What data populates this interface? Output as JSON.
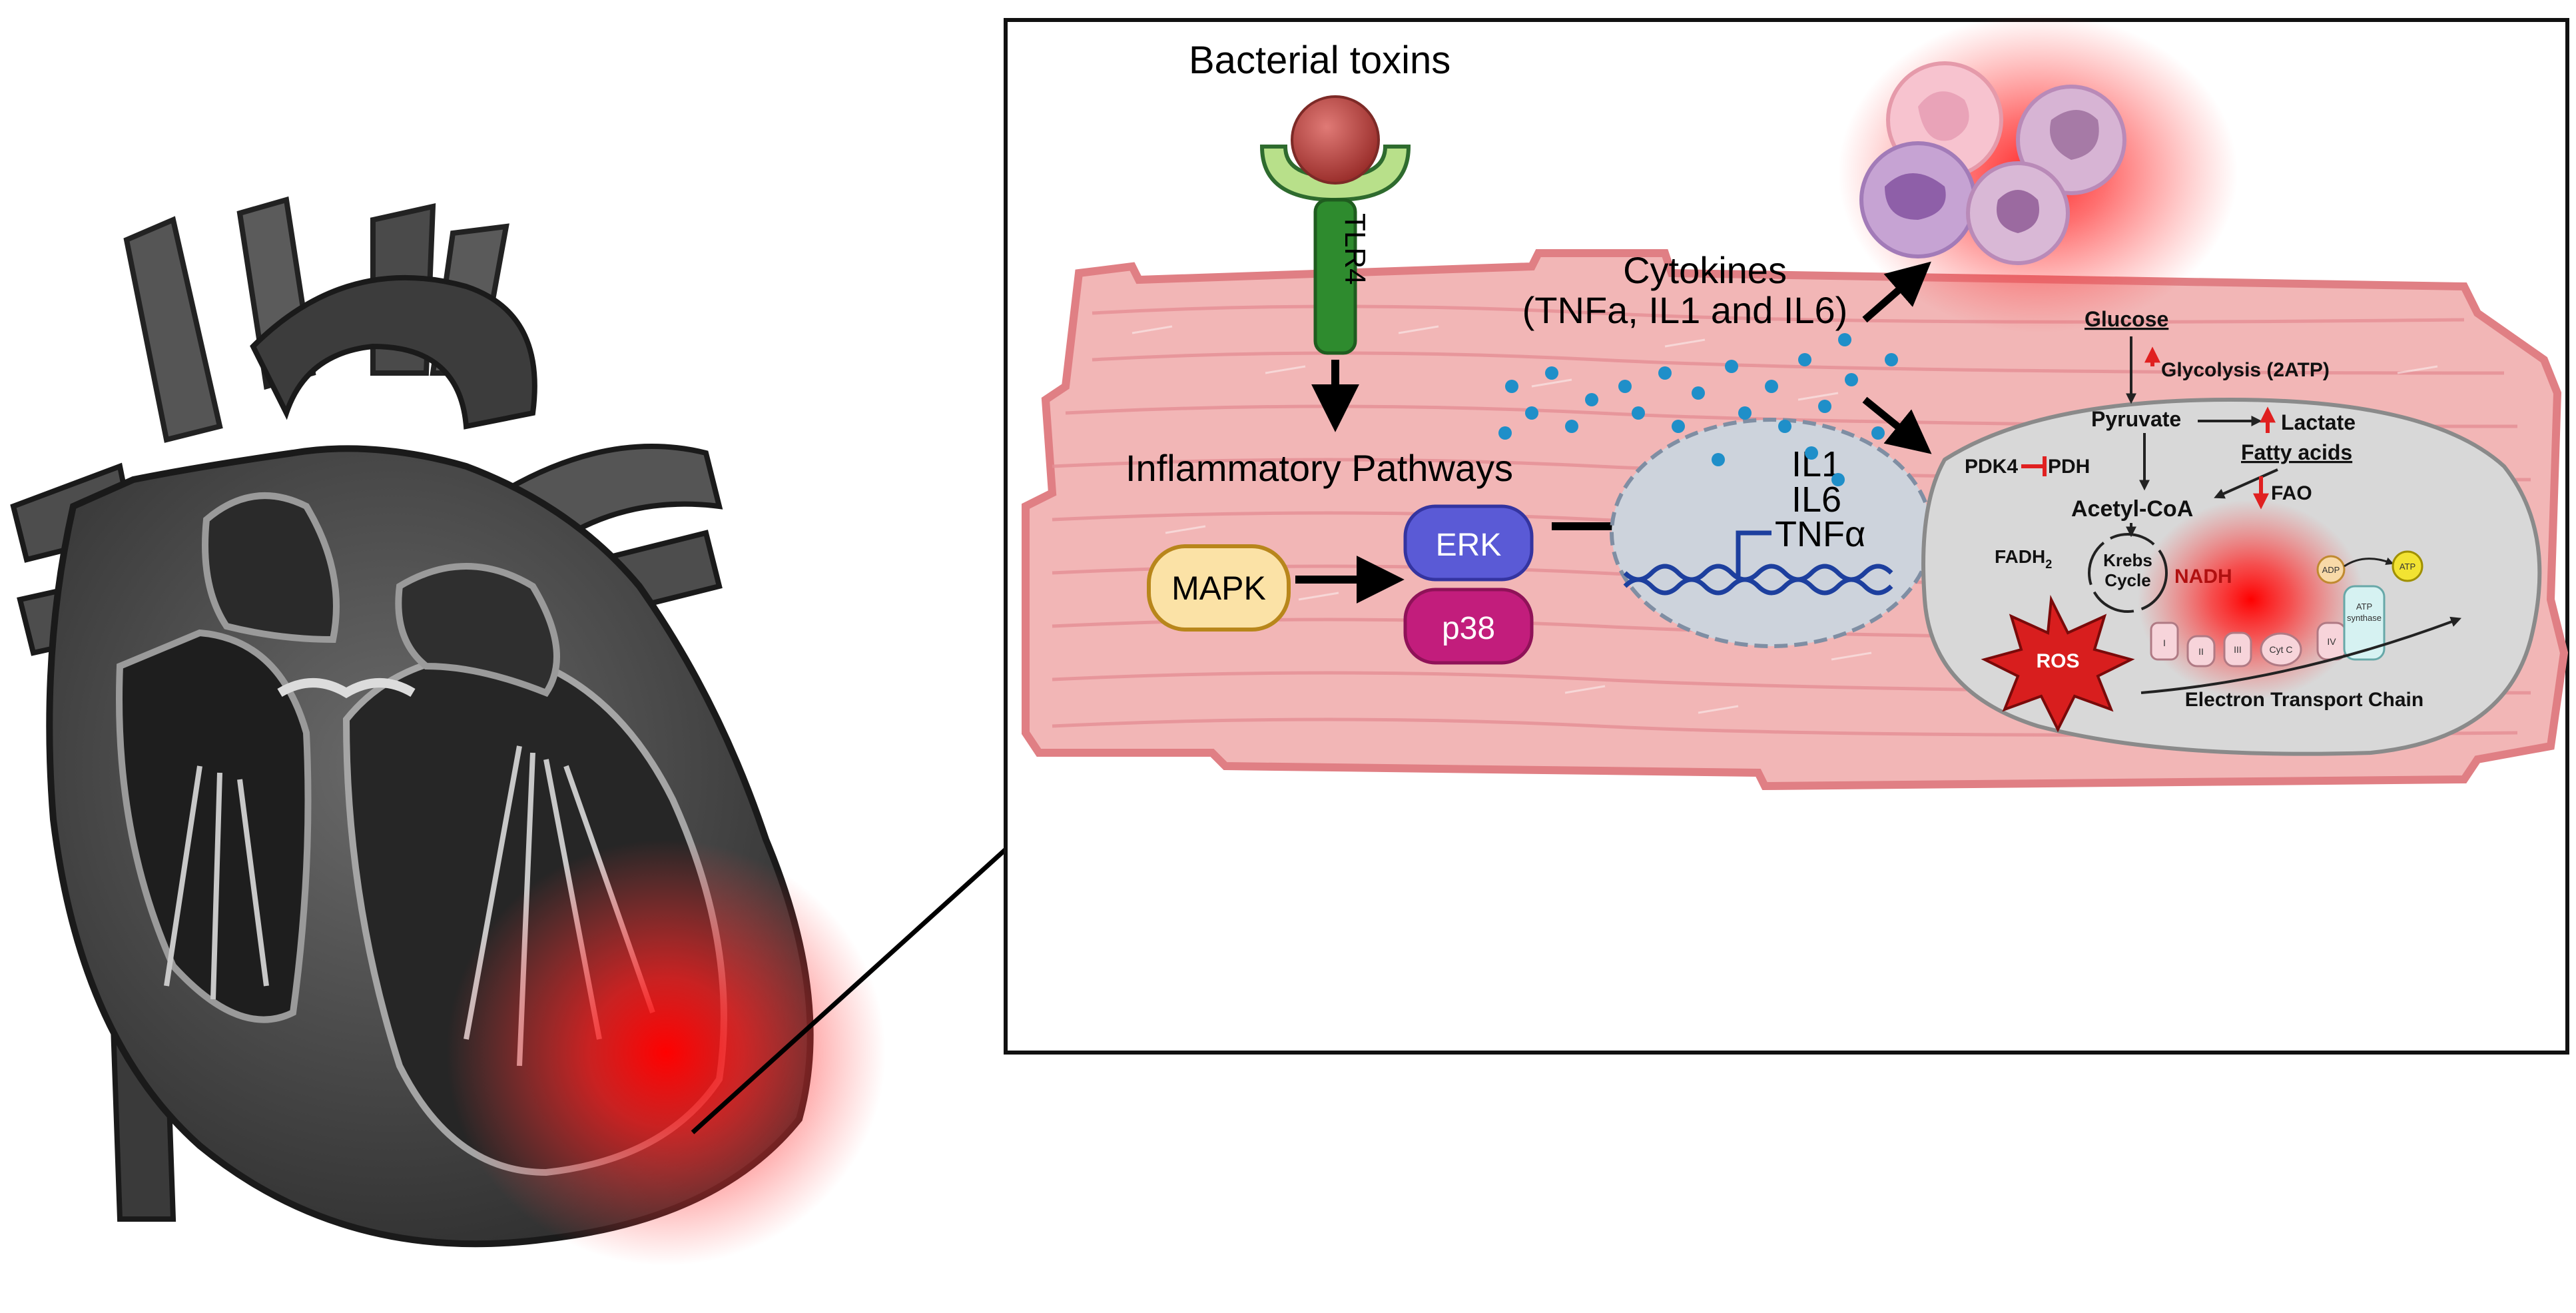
{
  "labels": {
    "bacterial_toxins": "Bacterial toxins",
    "tlr4": "TLR4",
    "inflammatory_pathways": "Inflammatory Pathways",
    "cytokines_line1": "Cytokines",
    "cytokines_line2": "(TNFa, IL1 and IL6)",
    "mapk": "MAPK",
    "erk": "ERK",
    "p38": "p38",
    "genes": [
      "IL1",
      "IL6",
      "TNFα"
    ]
  },
  "metabolism": {
    "glucose": "Glucose",
    "glycolysis": "Glycolysis (2ATP)",
    "pyruvate": "Pyruvate",
    "lactate": "Lactate",
    "fatty_acids": "Fatty acids",
    "pdk4": "PDK4",
    "pdh": "PDH",
    "acetyl_coa": "Acetyl-CoA",
    "fao": "FAO",
    "fadh2": "FADH",
    "fadh2_sub": "2",
    "krebs_line1": "Krebs",
    "krebs_line2": "Cycle",
    "nadh": "NADH",
    "ros": "ROS",
    "adp": "ADP",
    "atp": "ATP",
    "atp_synthase_line1": "ATP",
    "atp_synthase_line2": "synthase",
    "complexes": [
      "I",
      "II",
      "III",
      "Cyt C",
      "IV"
    ],
    "etc": "Electron Transport Chain"
  },
  "colors": {
    "muscle": "#f2b6b6",
    "muscle_stroke": "#e07f84",
    "tlr4": "#2e8b2e",
    "receptor_cap": "#b8e08a",
    "toxin": "#c0504d",
    "mapk_fill": "#fbe2a6",
    "mapk_stroke": "#b8861b",
    "erk_fill": "#5a5ad6",
    "p38_fill": "#c21d7c",
    "nucleus": "#cdd3dc",
    "dna": "#1d3f9e",
    "mito": "#d8d8d8",
    "inflammation": "#ff1a1a",
    "up_arrow": "#e02020",
    "inhibit": "#e02020",
    "frame": "#111111"
  }
}
